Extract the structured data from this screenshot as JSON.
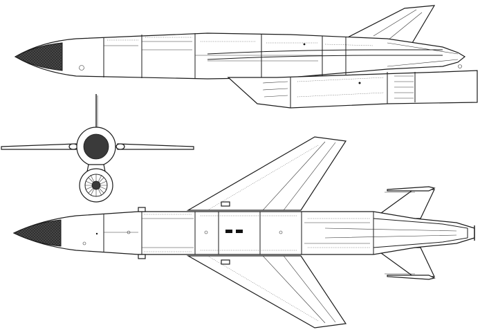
{
  "drawing": {
    "views": [
      "side-view",
      "front-view",
      "top-view"
    ],
    "colors": {
      "line": "#1a1a1a",
      "background": "#ffffff",
      "nose-cone": "#3a3a3a"
    }
  }
}
